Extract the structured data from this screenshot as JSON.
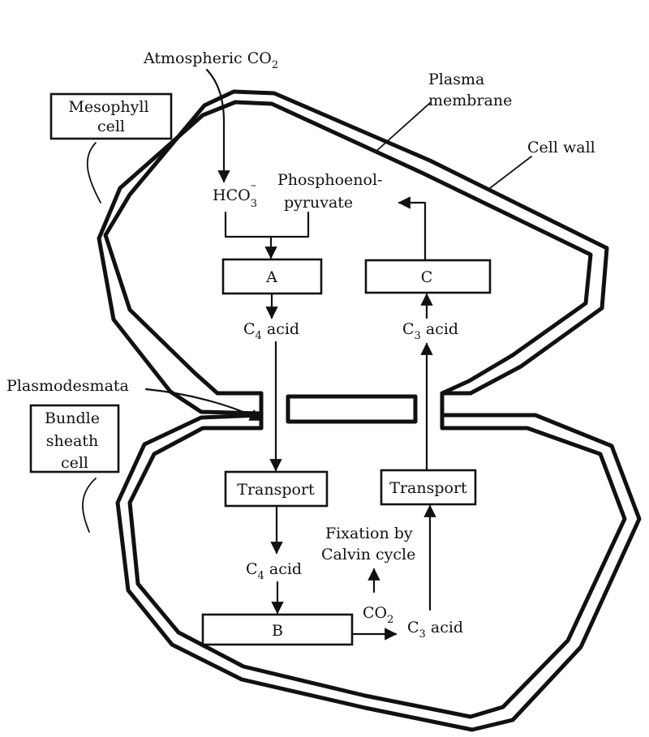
{
  "labels": {
    "atmospheric_co2": {
      "text": "Atmospheric CO",
      "sub": "2"
    },
    "plasma_membrane": {
      "line1": "Plasma",
      "line2": "membrane"
    },
    "cell_wall": "Cell wall",
    "mesophyll_cell": {
      "line1": "Mesophyll",
      "line2": "cell"
    },
    "hco3": {
      "text": "HCO",
      "sub": "3",
      "sup": "–"
    },
    "pep": {
      "line1": "Phosphoenol-",
      "line2": "pyruvate"
    },
    "plasmodesmata": "Plasmodesmata",
    "bundle_sheath_cell": {
      "line1": "Bundle",
      "line2": "sheath",
      "line3": "cell"
    },
    "c4_acid_top": {
      "pre": "C",
      "sub": "4",
      "post": " acid"
    },
    "c3_acid_top": {
      "pre": "C",
      "sub": "3",
      "post": " acid"
    },
    "c4_acid_bottom": {
      "pre": "C",
      "sub": "4",
      "post": " acid"
    },
    "c3_acid_bottom": {
      "pre": "C",
      "sub": "3",
      "post": " acid"
    },
    "co2_bottom": {
      "text": "CO",
      "sub": "2"
    },
    "fixation": {
      "line1": "Fixation by",
      "line2": "Calvin cycle"
    }
  },
  "boxes": {
    "a": "A",
    "c": "C",
    "transport_left": "Transport",
    "transport_right": "Transport",
    "b": "B"
  }
}
